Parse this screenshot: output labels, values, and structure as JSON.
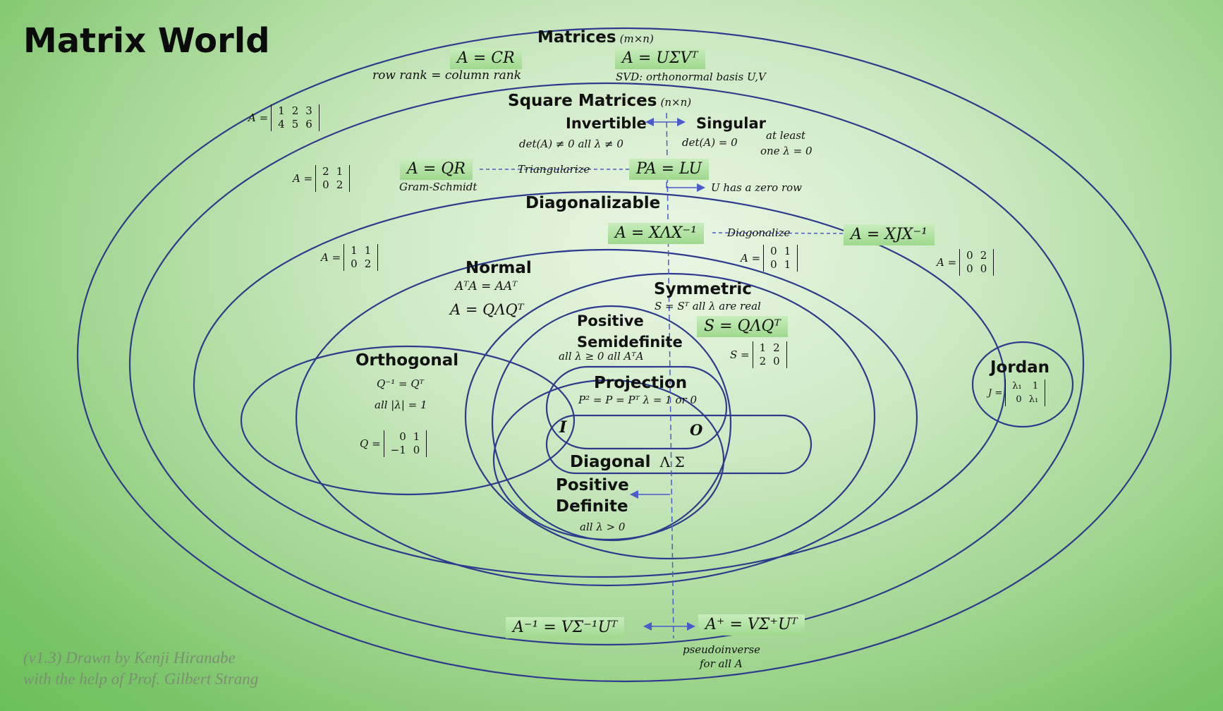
{
  "title": "Matrix World",
  "credit": [
    "(v1.3) Drawn by Kenji Hiranabe",
    "with the help of Prof. Gilbert Strang"
  ],
  "regions": {
    "matrices": {
      "label": "Matrices",
      "dim": "(m×n)"
    },
    "square": {
      "label": "Square Matrices",
      "dim": "(n×n)"
    },
    "invertible": "Invertible",
    "singular": "Singular",
    "diagonalizable": "Diagonalizable",
    "normal": "Normal",
    "symmetric": "Symmetric",
    "orthogonal": "Orthogonal",
    "psd_1": "Positive",
    "psd_2": "Semidefinite",
    "projection": "Projection",
    "diagonal": "Diagonal",
    "diagonal_syms": "Λ  Σ",
    "pd_1": "Positive",
    "pd_2": "Definite",
    "jordan": "Jordan",
    "identity": "I",
    "zero": "O"
  },
  "formulas": {
    "cr": "A = CR",
    "cr_note": "row rank = column rank",
    "svd": "A = UΣVᵀ",
    "svd_note": "SVD:  orthonormal basis U,V",
    "inv_cond": "det(A) ≠ 0   all λ ≠ 0",
    "sing_cond": "det(A)  = 0",
    "sing_note_1": "at least",
    "sing_note_2": "one λ = 0",
    "qr": "A = QR",
    "qr_note": "Gram-Schmidt",
    "triangularize": "Triangularize",
    "lu": "PA = LU",
    "lu_note": "U has a zero row",
    "xlx": "A = XΛX⁻¹",
    "diagonalize": "Diagonalize",
    "xjx": "A = XJX⁻¹",
    "normal_1": "AᵀA = AAᵀ",
    "normal_2": "A = QΛQᵀ",
    "sym_1": "S = Sᵀ   all λ are real",
    "sym_2": "S = QΛQᵀ",
    "psd_cond": "all λ ≥ 0    all AᵀA",
    "proj_cond": "P² = P = Pᵀ  λ = 1 or 0",
    "orth_1": "Q⁻¹ = Qᵀ",
    "orth_2": "all  |λ| = 1",
    "pd_cond": "all λ > 0",
    "inv_svd": "A⁻¹ = VΣ⁻¹Uᵀ",
    "pinv": "A⁺ = VΣ⁺Uᵀ",
    "pinv_1": "pseudoinverse",
    "pinv_2": "for all A"
  },
  "examples": {
    "m23": {
      "label": "A =",
      "cols": [
        [
          "1",
          "4"
        ],
        [
          "2",
          "5"
        ],
        [
          "3",
          "6"
        ]
      ]
    },
    "m_sq": {
      "label": "A =",
      "cols": [
        [
          "2",
          "0"
        ],
        [
          "1",
          "2"
        ]
      ]
    },
    "m_diag": {
      "label": "A =",
      "cols": [
        [
          "1",
          "0"
        ],
        [
          "1",
          "2"
        ]
      ]
    },
    "m_nondiag": {
      "label": "A =",
      "cols": [
        [
          "0",
          "0"
        ],
        [
          "1",
          "1"
        ]
      ]
    },
    "m_nilp": {
      "label": "A =",
      "cols": [
        [
          "0",
          "0"
        ],
        [
          "2",
          "0"
        ]
      ]
    },
    "m_sym": {
      "label": "S =",
      "cols": [
        [
          "1",
          "2"
        ],
        [
          "2",
          "0"
        ]
      ]
    },
    "m_orth": {
      "label": "Q =",
      "cols": [
        [
          "0",
          "−1"
        ],
        [
          "1",
          "0"
        ]
      ]
    },
    "m_jordan": {
      "label": "J =",
      "cols": [
        [
          "λ₁",
          "0"
        ],
        [
          "1",
          "λ₁"
        ]
      ]
    }
  },
  "colors": {
    "line": "#2e3a8c",
    "arrow": "#4b5bc9",
    "formula_bg": "#a8dd98"
  }
}
